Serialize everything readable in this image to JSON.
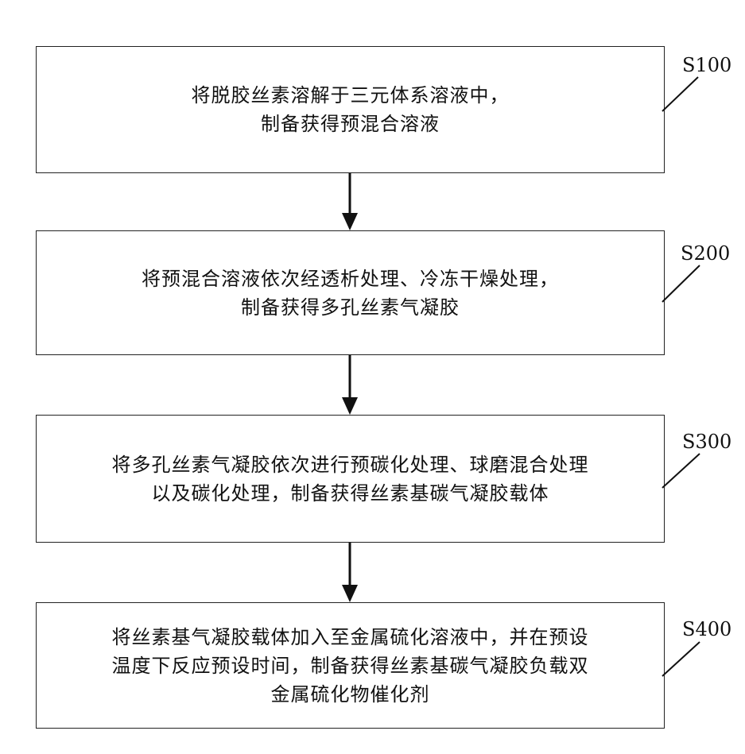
{
  "steps": [
    {
      "label": "S100",
      "lines": [
        "将脱胶丝素溶解于三元体系溶液中，",
        "制备获得预混合溶液"
      ]
    },
    {
      "label": "S200",
      "lines": [
        "将预混合溶液依次经透析处理、冷冻干燥处理，",
        "制备获得多孔丝素气凝胶"
      ]
    },
    {
      "label": "S300",
      "lines": [
        "将多孔丝素气凝胶依次进行预碳化处理、球磨混合处理",
        "以及碳化处理，制备获得丝素基碳气凝胶载体"
      ]
    },
    {
      "label": "S400",
      "lines": [
        "将丝素基气凝胶载体加入至金属硫化溶液中，并在预设",
        "温度下反应预设时间，制备获得丝素基碳气凝胶负载双",
        "金属硫化物催化剂"
      ]
    }
  ]
}
